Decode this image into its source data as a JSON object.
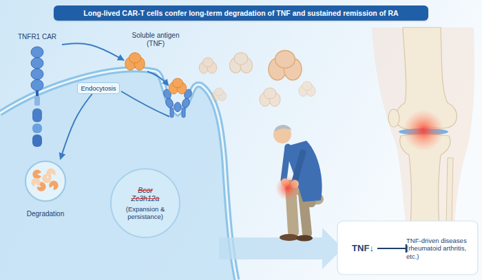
{
  "diagram": {
    "title": "Long-lived CAR-T cells confer long-term degradation of TNF and sustained remission of RA",
    "nodes": [
      {
        "text": [
          "TNFR1 CAR"
        ]
      },
      {
        "text": [
          "Soluble antigen (TNF)"
        ]
      },
      {
        "text": [
          "Endocytosis"
        ]
      },
      {
        "text": [
          "Degradation"
        ]
      },
      {
        "text": [
          "Bcor",
          "Zc3h12a",
          "(Expansion & persistance)"
        ]
      },
      {
        "text": [
          "TNF↓"
        ]
      },
      {
        "text": [
          "TNF-driven diseases (rheumatoid arthritis, etc.)"
        ]
      }
    ],
    "edges": [
      {
        "from": 0,
        "to": 1,
        "arrow": "to"
      },
      {
        "from": 2,
        "to": 3,
        "arrow": "to"
      },
      {
        "from": 5,
        "to": 6,
        "arrow": "to"
      }
    ]
  }
}
